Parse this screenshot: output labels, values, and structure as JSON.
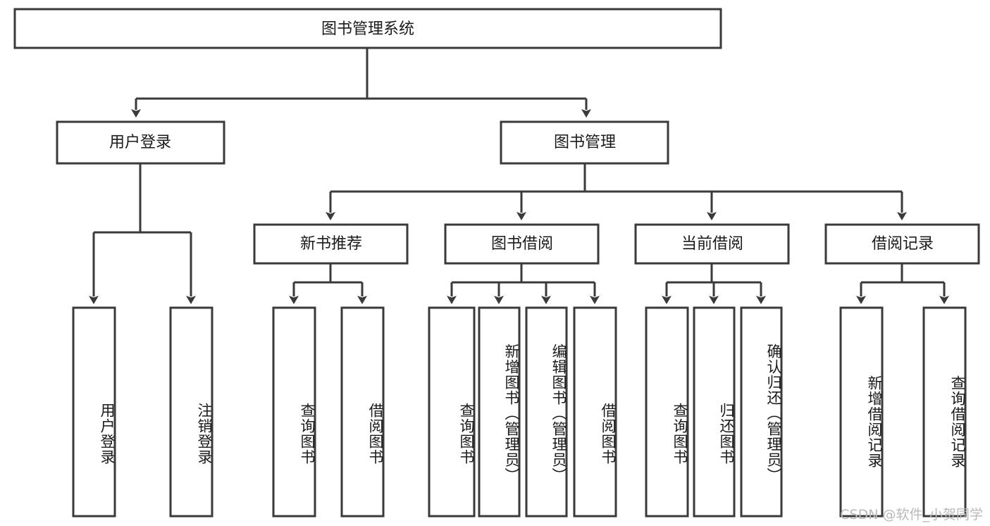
{
  "diagram": {
    "type": "tree-hierarchy",
    "orientation": "top-down",
    "root": {
      "id": "root",
      "label": "图书管理系统"
    },
    "level2": [
      {
        "id": "user-login",
        "label": "用户登录"
      },
      {
        "id": "book-manage",
        "label": "图书管理"
      }
    ],
    "level3": [
      {
        "id": "new-book-recommend",
        "label": "新书推荐",
        "parent": "book-manage"
      },
      {
        "id": "book-borrow",
        "label": "图书借阅",
        "parent": "book-manage"
      },
      {
        "id": "current-borrow",
        "label": "当前借阅",
        "parent": "book-manage"
      },
      {
        "id": "borrow-record",
        "label": "借阅记录",
        "parent": "book-manage"
      }
    ],
    "leaves": {
      "user-login": [
        {
          "id": "leaf-user-login",
          "label": "用户登录"
        },
        {
          "id": "leaf-logout",
          "label": "注销登录"
        }
      ],
      "new-book-recommend": [
        {
          "id": "leaf-query-book-1",
          "label": "查询图书"
        },
        {
          "id": "leaf-borrow-book-1",
          "label": "借阅图书"
        }
      ],
      "book-borrow": [
        {
          "id": "leaf-query-book-2",
          "label": "查询图书"
        },
        {
          "id": "leaf-add-book",
          "label": "新增图书（管理员）"
        },
        {
          "id": "leaf-edit-book",
          "label": "编辑图书（管理员）"
        },
        {
          "id": "leaf-borrow-book-2",
          "label": "借阅图书"
        }
      ],
      "current-borrow": [
        {
          "id": "leaf-query-book-3",
          "label": "查询图书"
        },
        {
          "id": "leaf-return-book",
          "label": "归还图书"
        },
        {
          "id": "leaf-confirm-return",
          "label": "确认归还（管理员）"
        }
      ],
      "borrow-record": [
        {
          "id": "leaf-add-record",
          "label": "新增借阅记录"
        },
        {
          "id": "leaf-query-record",
          "label": "查询借阅记录"
        }
      ]
    }
  },
  "watermark": {
    "text": "CSDN @软件_小贺同学"
  },
  "colors": {
    "box_stroke": "#3a3a3a",
    "box_fill": "#ffffff",
    "text": "#1a1a1a",
    "watermark": "#b9b9b9",
    "background": "#ffffff"
  }
}
